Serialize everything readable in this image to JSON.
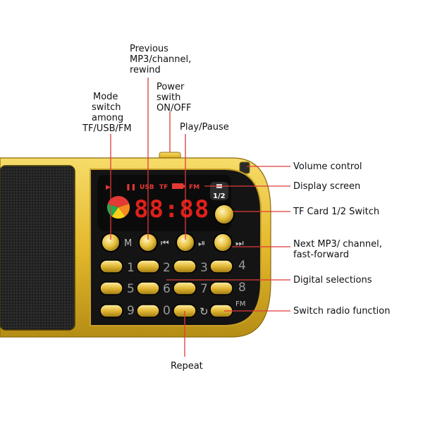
{
  "callouts": {
    "previous": [
      "Previous",
      "MP3/channel,",
      "rewind"
    ],
    "mode": [
      "Mode",
      "switch",
      "among",
      "TF/USB/FM"
    ],
    "power": [
      "Power",
      "swith",
      "ON/OFF"
    ],
    "play_pause": "Play/Pause",
    "volume": "Volume control",
    "display": "Display screen",
    "tf_switch": "TF Card 1/2 Switch",
    "next": [
      "Next MP3/ channel,",
      "fast-forward"
    ],
    "digital": "Digital selections",
    "switch_radio": "Switch radio function",
    "repeat": "Repeat"
  },
  "display": {
    "indicators": [
      "▶",
      "❚❚",
      "USB",
      "TF",
      "FM"
    ],
    "digits": "88:88",
    "card_slot": "1/2"
  },
  "keys": {
    "row1": [
      "M",
      "⏮",
      "⏯",
      "⏭"
    ],
    "numbers_row2": [
      "1",
      "2",
      "3",
      "4"
    ],
    "numbers_row3": [
      "5",
      "6",
      "7",
      "8"
    ],
    "numbers_row4": [
      "9",
      "0"
    ],
    "repeat_symbol": "↻",
    "fm_label": "FM"
  },
  "colors": {
    "gold": "#e9c23a",
    "gold_dark": "#a8820f",
    "panel": "#141414",
    "leader": "#e03a3a",
    "digits": "#e0201a"
  }
}
